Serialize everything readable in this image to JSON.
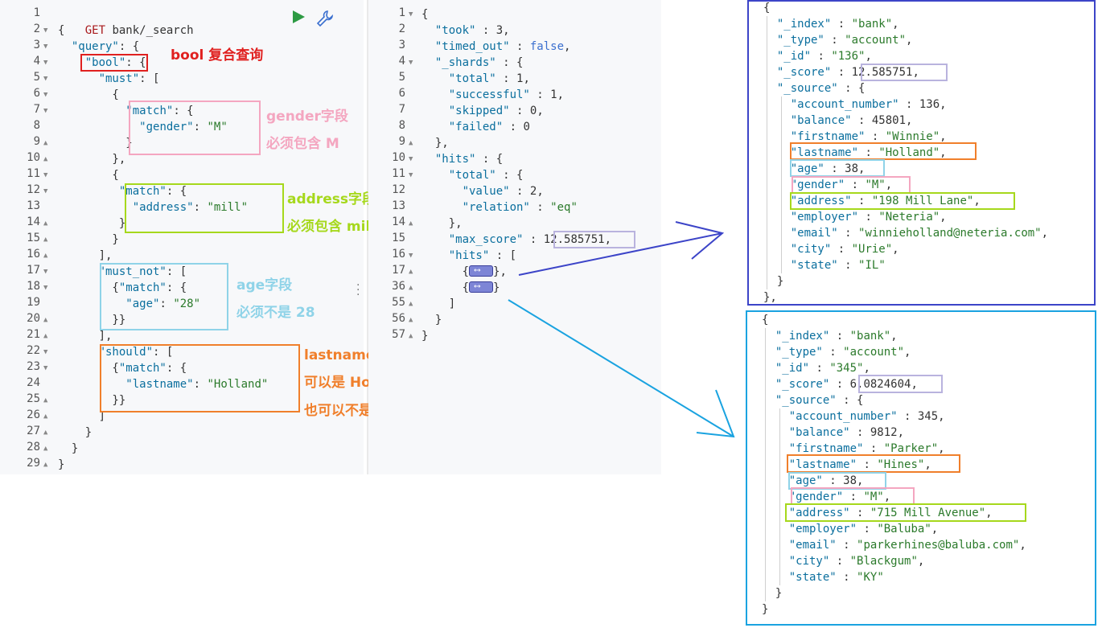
{
  "request": {
    "method": "GET",
    "path": "bank/_search",
    "lines": [
      {
        "n": "1",
        "t": ""
      },
      {
        "n": "2",
        "t": "{"
      },
      {
        "n": "3",
        "t": "  \"query\": {"
      },
      {
        "n": "4",
        "t": "    \"bool\": {"
      },
      {
        "n": "5",
        "t": "      \"must\": ["
      },
      {
        "n": "6",
        "t": "        {"
      },
      {
        "n": "7",
        "t": "          \"match\": {"
      },
      {
        "n": "8",
        "t": "            \"gender\": \"M\""
      },
      {
        "n": "9",
        "t": "          }"
      },
      {
        "n": "10",
        "t": "        },"
      },
      {
        "n": "11",
        "t": "        {"
      },
      {
        "n": "12",
        "t": "         \"match\": {"
      },
      {
        "n": "13",
        "t": "           \"address\": \"mill\""
      },
      {
        "n": "14",
        "t": "         }"
      },
      {
        "n": "15",
        "t": "        }"
      },
      {
        "n": "16",
        "t": "      ],"
      },
      {
        "n": "17",
        "t": "      \"must_not\": ["
      },
      {
        "n": "18",
        "t": "        {\"match\": {"
      },
      {
        "n": "19",
        "t": "          \"age\": \"28\""
      },
      {
        "n": "20",
        "t": "        }}"
      },
      {
        "n": "21",
        "t": "      ],"
      },
      {
        "n": "22",
        "t": "      \"should\": ["
      },
      {
        "n": "23",
        "t": "        {\"match\": {"
      },
      {
        "n": "24",
        "t": "          \"lastname\": \"Holland\""
      },
      {
        "n": "25",
        "t": "        }}"
      },
      {
        "n": "26",
        "t": "      ]"
      },
      {
        "n": "27",
        "t": "    }"
      },
      {
        "n": "28",
        "t": "  }"
      },
      {
        "n": "29",
        "t": "}"
      }
    ]
  },
  "toolbar": {
    "run_icon": "play-icon",
    "settings_icon": "wrench-icon"
  },
  "annotations": {
    "bool": "bool 复合查询",
    "gender_1": "gender字段",
    "gender_2": "必须包含 M",
    "address_1": "address字段",
    "address_2": "必须包含 mill",
    "age_1": "age字段",
    "age_2": "必须不是 28",
    "lastname_1": "lastname字段",
    "lastname_2": "可以是 Holland，",
    "lastname_3": "也可以不是"
  },
  "response": {
    "lines": [
      {
        "n": "1",
        "t": "{"
      },
      {
        "n": "2",
        "t": "  \"took\" : 3,"
      },
      {
        "n": "3",
        "t": "  \"timed_out\" : false,"
      },
      {
        "n": "4",
        "t": "  \"_shards\" : {"
      },
      {
        "n": "5",
        "t": "    \"total\" : 1,"
      },
      {
        "n": "6",
        "t": "    \"successful\" : 1,"
      },
      {
        "n": "7",
        "t": "    \"skipped\" : 0,"
      },
      {
        "n": "8",
        "t": "    \"failed\" : 0"
      },
      {
        "n": "9",
        "t": "  },"
      },
      {
        "n": "10",
        "t": "  \"hits\" : {"
      },
      {
        "n": "11",
        "t": "    \"total\" : {"
      },
      {
        "n": "12",
        "t": "      \"value\" : 2,"
      },
      {
        "n": "13",
        "t": "      \"relation\" : \"eq\""
      },
      {
        "n": "14",
        "t": "    },"
      },
      {
        "n": "15",
        "t": "    \"max_score\" : 12.585751,"
      },
      {
        "n": "16",
        "t": "    \"hits\" : ["
      },
      {
        "n": "17",
        "t": "      ,"
      },
      {
        "n": "36",
        "t": "      "
      },
      {
        "n": "55",
        "t": "    ]"
      },
      {
        "n": "56",
        "t": "  }"
      },
      {
        "n": "57",
        "t": "}"
      }
    ]
  },
  "hit1": {
    "lines": [
      "{",
      "  \"_index\" : \"bank\",",
      "  \"_type\" : \"account\",",
      "  \"_id\" : \"136\",",
      "  \"_score\" : 12.585751,",
      "  \"_source\" : {",
      "    \"account_number\" : 136,",
      "    \"balance\" : 45801,",
      "    \"firstname\" : \"Winnie\",",
      "    \"lastname\" : \"Holland\",",
      "    \"age\" : 38,",
      "    \"gender\" : \"M\",",
      "    \"address\" : \"198 Mill Lane\",",
      "    \"employer\" : \"Neteria\",",
      "    \"email\" : \"winnieholland@neteria.com\",",
      "    \"city\" : \"Urie\",",
      "    \"state\" : \"IL\"",
      "  }",
      "},"
    ]
  },
  "hit2": {
    "lines": [
      "{",
      "  \"_index\" : \"bank\",",
      "  \"_type\" : \"account\",",
      "  \"_id\" : \"345\",",
      "  \"_score\" : 6.0824604,",
      "  \"_source\" : {",
      "    \"account_number\" : 345,",
      "    \"balance\" : 9812,",
      "    \"firstname\" : \"Parker\",",
      "    \"lastname\" : \"Hines\",",
      "    \"age\" : 38,",
      "    \"gender\" : \"M\",",
      "    \"address\" : \"715 Mill Avenue\",",
      "    \"employer\" : \"Baluba\",",
      "    \"email\" : \"parkerhines@baluba.com\",",
      "    \"city\" : \"Blackgum\",",
      "    \"state\" : \"KY\"",
      "  }",
      "}"
    ]
  },
  "colors": {
    "red": "#e0201f",
    "pink": "#f4a6c0",
    "green": "#a6d81c",
    "cyan": "#8fd3e8",
    "orange": "#f07f2b",
    "lavender": "#b9b3de",
    "navy": "#3c44c8",
    "blue": "#1aa3e0"
  }
}
